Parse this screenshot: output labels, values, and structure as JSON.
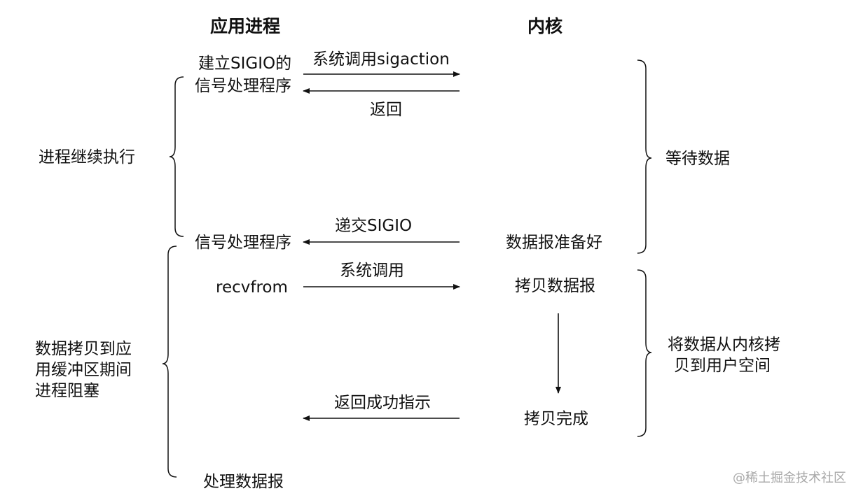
{
  "headers": {
    "app": "应用进程",
    "kernel": "内核"
  },
  "app_side": {
    "establish_line1": "建立SIGIO的",
    "establish_line2": "信号处理程序",
    "signal_handler": "信号处理程序",
    "recvfrom": "recvfrom",
    "process_datagram": "处理数据报"
  },
  "arrows": {
    "sigaction": "系统调用sigaction",
    "return": "返回",
    "deliver_sigio": "递交SIGIO",
    "syscall": "系统调用",
    "return_success": "返回成功指示"
  },
  "kernel_side": {
    "datagram_ready": "数据报准备好",
    "copy_datagram": "拷贝数据报",
    "copy_complete": "拷贝完成"
  },
  "left_braces": {
    "continue": "进程继续执行",
    "blocked_line1": "数据拷贝到应",
    "blocked_line2": "用缓冲区期间",
    "blocked_line3": "进程阻塞"
  },
  "right_braces": {
    "wait": "等待数据",
    "copy_line1": "将数据从内核拷",
    "copy_line2": "贝到用户空间"
  },
  "watermark": "@稀土掘金技术社区",
  "colors": {
    "ink": "#111111",
    "background": "#ffffff",
    "watermark": "#a8a8a8"
  }
}
